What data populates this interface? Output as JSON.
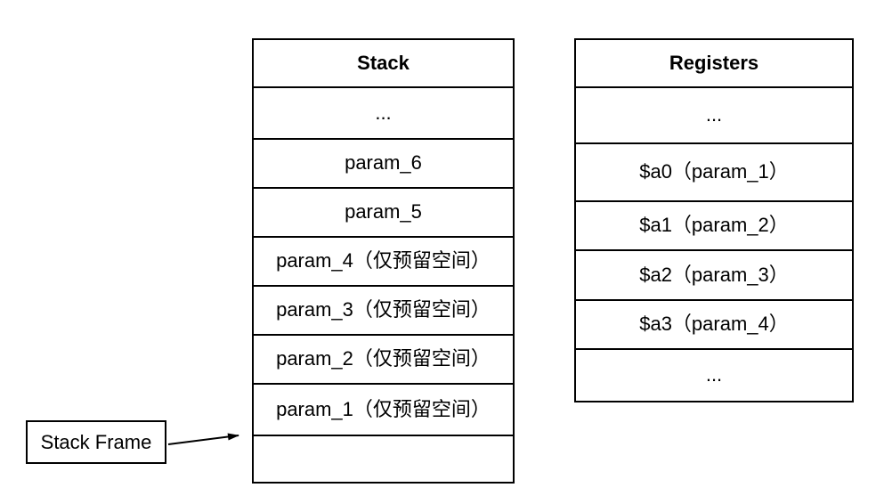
{
  "diagram": {
    "stack": {
      "title": "Stack",
      "rows": [
        "...",
        "param_6",
        "param_5",
        "param_4（仅预留空间）",
        "param_3（仅预留空间）",
        "param_2（仅预留空间）",
        "param_1（仅预留空间）",
        ""
      ]
    },
    "registers": {
      "title": "Registers",
      "rows": [
        "...",
        "$a0（param_1）",
        "$a1（param_2）",
        "$a2（param_3）",
        "$a3（param_4）",
        "..."
      ]
    },
    "callout": {
      "label": "Stack Frame"
    },
    "arrow": {
      "icon": "arrow-right-icon"
    },
    "colors": {
      "border": "#000000",
      "text": "#000000",
      "background": "#ffffff"
    }
  }
}
